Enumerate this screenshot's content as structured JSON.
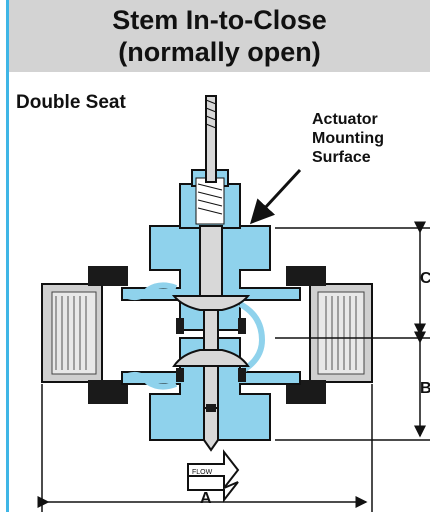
{
  "title": {
    "line1": "Stem In-to-Close",
    "line2": "(normally open)"
  },
  "subtitle": "Double Seat",
  "callout": {
    "line1": "Actuator",
    "line2": "Mounting",
    "line3": "Surface"
  },
  "dimensions": {
    "a": "A",
    "b": "B",
    "c": "C"
  },
  "flow_label": "FLOW",
  "colors": {
    "accent": "#3fb6e6",
    "valve_body": "#8fd2ec",
    "pipe_gray": "#cfcfcf",
    "title_band": "#d3d3d3"
  }
}
